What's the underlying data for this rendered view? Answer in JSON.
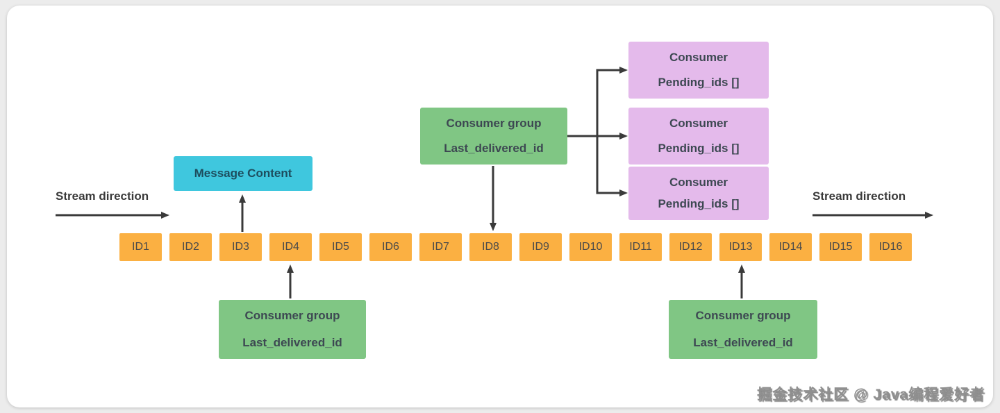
{
  "colors": {
    "page-bg": "#ececec",
    "card-bg": "#ffffff",
    "id-box": "#fbb042",
    "id-text": "#4a4a4a",
    "green-box": "#80c684",
    "cyan-box": "#3fc7de",
    "purple-box": "#e4baeb",
    "box-text": "#3d4852",
    "cyan-text": "#1d4d5e",
    "arrow": "#3a3a3a",
    "label-text": "#3a3a3a"
  },
  "labels": {
    "stream_direction_left": "Stream direction",
    "stream_direction_right": "Stream direction"
  },
  "message_content": {
    "label": "Message Content"
  },
  "consumer_group_top": {
    "title": "Consumer group",
    "field": "Last_delivered_id"
  },
  "consumer_group_bottom_left": {
    "title": "Consumer group",
    "field": "Last_delivered_id"
  },
  "consumer_group_bottom_right": {
    "title": "Consumer group",
    "field": "Last_delivered_id"
  },
  "consumers": [
    {
      "title": "Consumer",
      "field": "Pending_ids []"
    },
    {
      "title": "Consumer",
      "field": "Pending_ids []"
    },
    {
      "title": "Consumer",
      "field": "Pending_ids []"
    }
  ],
  "stream_ids": [
    "ID1",
    "ID2",
    "ID3",
    "ID4",
    "ID5",
    "ID6",
    "ID7",
    "ID8",
    "ID9",
    "ID10",
    "ID11",
    "ID12",
    "ID13",
    "ID14",
    "ID15",
    "ID16"
  ],
  "watermark": "掘金技术社区 @ Java编程爱好者"
}
